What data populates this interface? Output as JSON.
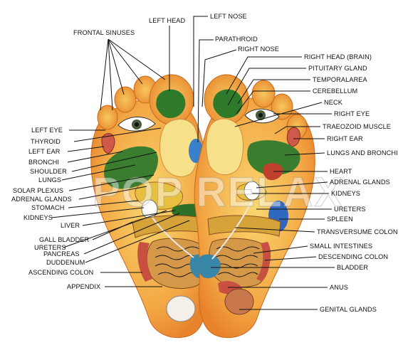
{
  "watermark": "POP RELAX",
  "colors": {
    "skin": "#f29a3c",
    "skin_inner": "#f7c860",
    "heel": "#f0a040",
    "green_dark": "#2e6b2a",
    "green": "#4a8a32",
    "blue": "#3a78c8",
    "red": "#b8302a",
    "line": "#111111"
  },
  "labels_left": {
    "frontal_sinuses": "FRONTAL SINUSES",
    "left_eye": "LEFT EYE",
    "thyroid": "THYROID",
    "left_ear": "LEFT EAR",
    "bronchi": "BRONCHI",
    "shoulder": "SHOULDER",
    "lungs": "LUNGS",
    "solar_plexus": "SOLAR PLEXUS",
    "adrenal_glands": "ADRENAL GLANDS",
    "stomach": "STOMACH",
    "kidneys": "KIDNEYS",
    "liver": "LIVER",
    "gall_bladder": "GALL BLADDER",
    "ureters": "URETERS",
    "pancreas": "PANCREAS",
    "duddenum": "DUDDENUM",
    "ascending_colon": "ASCENDING COLON",
    "appendix": "APPENDIX"
  },
  "labels_top": {
    "left_head": "LEFT HEAD",
    "left_nose": "LEFT NOSE",
    "parathroid": "PARATHROID",
    "right_nose": "RIGHT NOSE"
  },
  "labels_right": {
    "right_head": "RIGHT HEAD (BRAIN)",
    "pituitary_gland": "PITUITARY GLAND",
    "temporal_area": "TEMPORALAREA",
    "cerebellum": "CEREBELLUM",
    "neck": "NECK",
    "right_eye": "RIGHT EYE",
    "traeozoid_muscle": "TRAEOZOID MUSCLE",
    "right_ear": "RIGHT EAR",
    "lungs_bronchi": "LUNGS AND BRONCHI",
    "heart": "HEART",
    "adrenal_glands": "ADRENAL GLANDS",
    "kidneys": "KIDNEYS",
    "ureters": "URETERS",
    "spleen": "SPLEEN",
    "transversume_colon": "TRANSVERSUME COLON",
    "small_intestines": "SMALL  INTESTINES",
    "descending_colon": "DESCENDING COLON",
    "bladder": "BLADDER",
    "anus": "ANUS",
    "genital_glands": "GENITAL GLANDS"
  }
}
